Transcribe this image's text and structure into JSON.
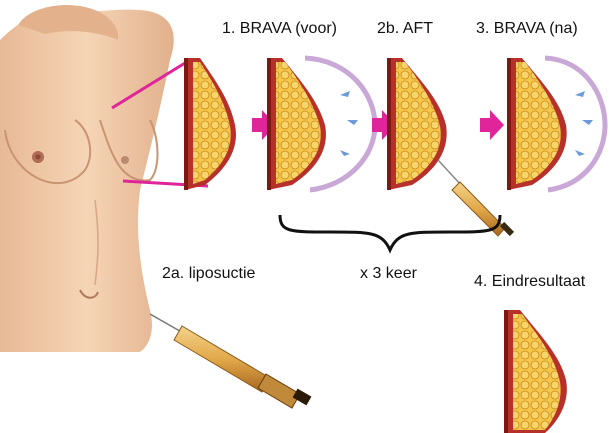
{
  "steps": {
    "step1": "1.  BRAVA (voor)",
    "step2b": "2b. AFT",
    "step3": "3.  BRAVA (na)",
    "step2a": "2a. liposuctie",
    "repeat": "x 3 keer",
    "step4": "4. Eindresultaat"
  },
  "colors": {
    "skin": "#f2cfae",
    "skin_shadow": "#d9a988",
    "tissue_red": "#b8302a",
    "fat_yellow": "#f4c64a",
    "fat_outline": "#c98a1c",
    "dome": "#c9a7d6",
    "arrow_pink": "#e0249a",
    "pointer_line": "#e0249a",
    "small_arrow": "#6a9bd8",
    "brace": "#111111",
    "syringe_amber": "#e2a94a"
  },
  "icons": [
    "torso-illustration",
    "breast-cross-section",
    "brava-dome",
    "process-arrow",
    "syringe",
    "brace"
  ]
}
